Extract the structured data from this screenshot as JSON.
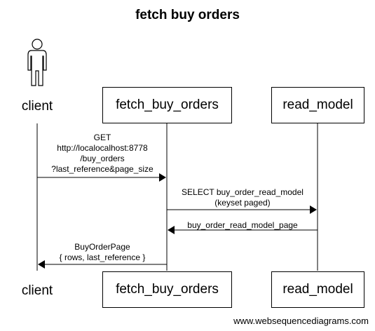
{
  "title": "fetch buy orders",
  "participants": [
    {
      "id": "client",
      "label": "client",
      "kind": "actor"
    },
    {
      "id": "fetch",
      "label": "fetch_buy_orders",
      "kind": "box"
    },
    {
      "id": "read",
      "label": "read_model",
      "kind": "box"
    }
  ],
  "messages": [
    {
      "from": "client",
      "to": "fetch",
      "lines": [
        "GET",
        "http://localocalhost:8778",
        "/buy_orders",
        "?last_reference&page_size"
      ]
    },
    {
      "from": "fetch",
      "to": "read",
      "lines": [
        "SELECT buy_order_read_model",
        "(keyset paged)"
      ]
    },
    {
      "from": "read",
      "to": "fetch",
      "lines": [
        "buy_order_read_model_page"
      ]
    },
    {
      "from": "fetch",
      "to": "client",
      "lines": [
        "BuyOrderPage",
        "{ rows, last_reference }"
      ]
    }
  ],
  "watermark": "www.websequencediagrams.com",
  "colors": {
    "line": "#000000",
    "background": "#ffffff"
  }
}
